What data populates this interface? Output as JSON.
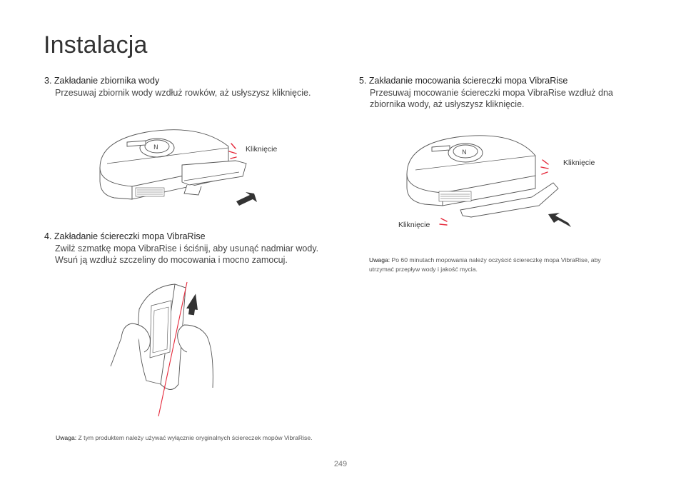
{
  "page": {
    "title": "Instalacja",
    "page_number": "249"
  },
  "steps": [
    {
      "heading": "3. Zakładanie zbiornika wody",
      "text": "Przesuwaj zbiornik wody wzdłuż rowków, aż usłyszysz kliknięcie."
    },
    {
      "heading": "4. Zakładanie ściereczki mopa VibraRise",
      "text": "Zwilż szmatkę mopa VibraRise i ściśnij, aby usunąć nadmiar wody. Wsuń ją wzdłuż szczeliny do mocowania i mocno zamocuj."
    },
    {
      "heading": "5. Zakładanie mocowania ściereczki mopa VibraRise",
      "text": "Przesuwaj mocowanie ściereczki mopa VibraRise wzdłuż dna zbiornika wody, aż usłyszysz kliknięcie."
    }
  ],
  "notes": {
    "step4": {
      "label": "Uwaga:",
      "text": " Z tym produktem należy używać wyłącznie oryginalnych ściereczek mopów VibraRise."
    },
    "step5": {
      "label": "Uwaga:",
      "text": " Po 60 minutach mopowania należy oczyścić ściereczkę mopa VibraRise, aby utrzymać przepływ wody i jakość mycia."
    }
  },
  "illustrations": {
    "click_label": "Kliknięcie"
  },
  "colors": {
    "accent_red": "#e5283a",
    "line": "#555555",
    "arrow": "#333333"
  }
}
